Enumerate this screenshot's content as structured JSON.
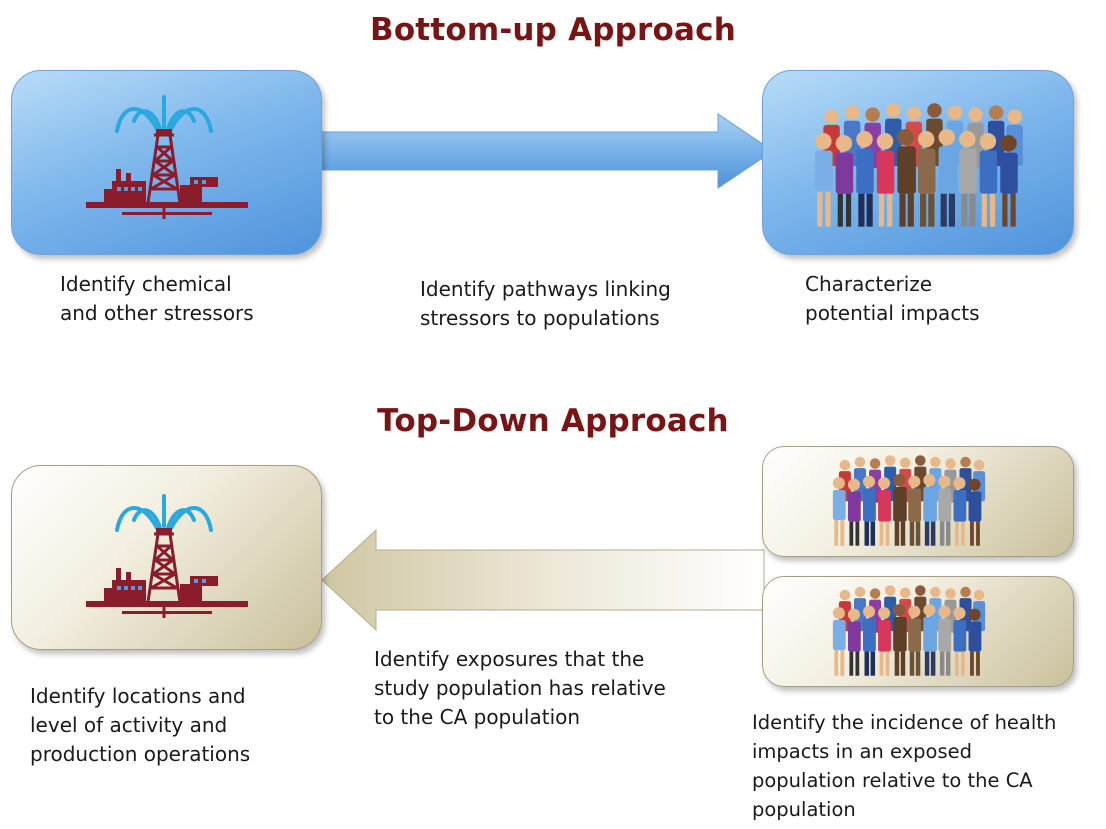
{
  "bottom_up": {
    "title": "Bottom-up Approach",
    "left_caption": [
      "Identify chemical",
      "and other stressors"
    ],
    "arrow_caption": [
      "Identify pathways linking",
      "stressors to populations"
    ],
    "right_caption": [
      "Characterize",
      "potential impacts"
    ]
  },
  "top_down": {
    "title": "Top-Down Approach",
    "left_caption": [
      "Identify locations and",
      "level of activity and",
      "production operations"
    ],
    "arrow_caption": [
      "Identify exposures that the",
      "study population has relative",
      "to the CA population"
    ],
    "right_caption": [
      "Identify the incidence of health",
      "impacts in an exposed",
      "population relative to the CA",
      "population"
    ]
  },
  "colors": {
    "title": "#7a1414",
    "rig": "#8a1c2b",
    "water": "#2aa8e0",
    "blue_box": "#6aa8e6",
    "tan_box": "#cfc6a2"
  },
  "icons": [
    "oil-rig-icon",
    "crowd-icon"
  ]
}
